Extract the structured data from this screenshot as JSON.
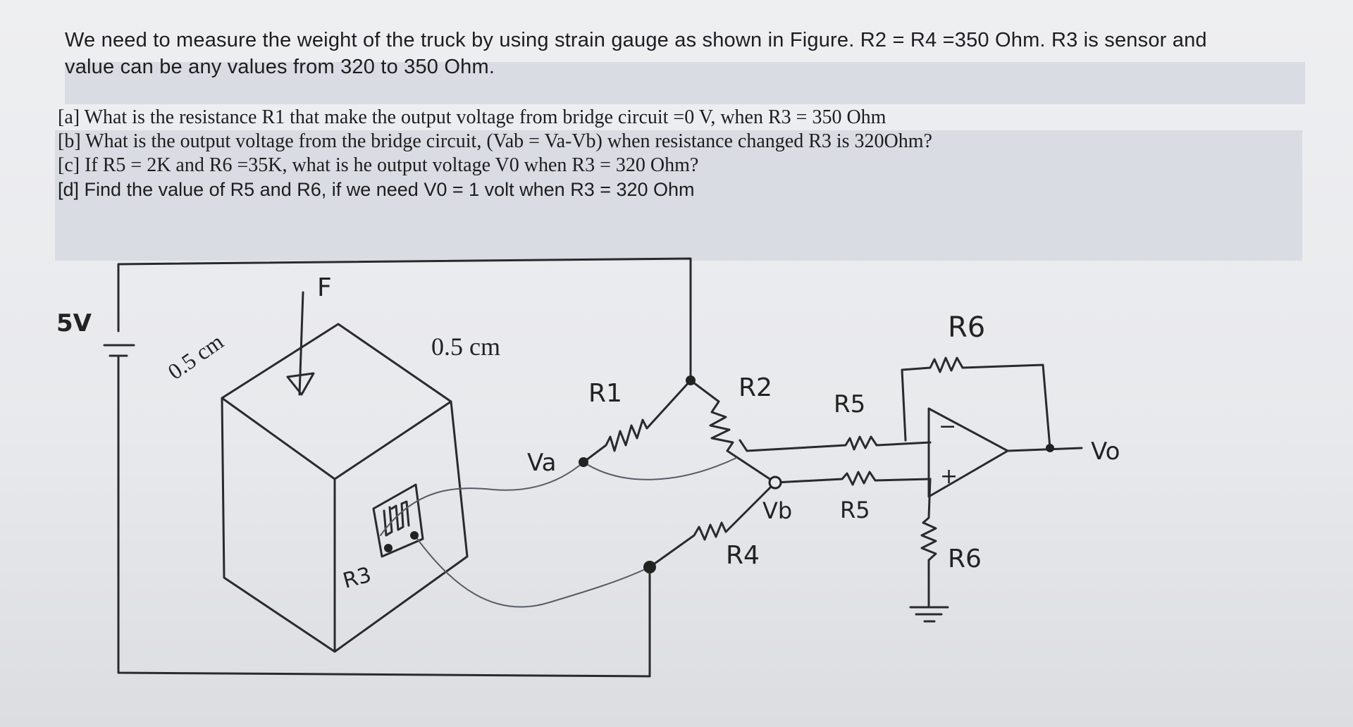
{
  "problem": {
    "intro_line1": "We need to measure the weight of the truck by using strain gauge as shown in Figure.   R2 =  R4 =350 Ohm. R3 is sensor and",
    "intro_line2": "value can be any values from 320 to 350 Ohm.",
    "questions": [
      "[a] What is the resistance R1 that make the output voltage from bridge circuit =0 V, when R3 = 350 Ohm",
      "[b] What is the output voltage from the bridge circuit, (Vab = Va-Vb) when resistance changed R3 is  320Ohm?",
      "[c] If  R5 = 2K and R6 =35K, what is he output voltage V0 when R3 = 320 Ohm?",
      "[d] Find the value of R5 and R6, if we need V0 = 1 volt when R3 = 320 Ohm"
    ]
  },
  "figure": {
    "supply_label": "5V",
    "force_label": "F",
    "dim_side": "0.5 cm",
    "dim_top": "0.5 cm",
    "gauge_label": "R3",
    "r1_label": "R1",
    "r2_label": "R2",
    "r4_label": "R4",
    "r5_top_label": "R5",
    "r5_bottom_label": "R5",
    "r6_top_label": "R6",
    "r6_bottom_label": "R6",
    "node_a_label": "Va",
    "node_b_label": "Vb",
    "output_label": "Vo",
    "opamp_minus": "−",
    "opamp_plus": "+"
  }
}
